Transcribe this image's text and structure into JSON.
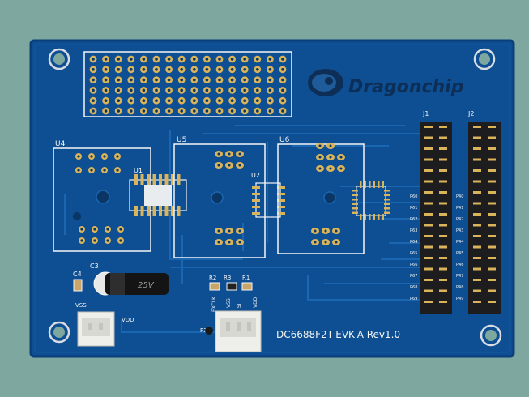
{
  "board": {
    "brand": "Dragonchip",
    "model": "DC6688F2T-EVK-A Rev1.0",
    "colors": {
      "backdrop": "#7ea79f",
      "pcb": "#0e4e92",
      "pcb_edge": "#0a3f7b",
      "trace": "#1b66b0",
      "silkscreen": "#f4f6f6",
      "gold": "#d9b45a",
      "header_black": "#1d1d1f",
      "connector_white": "#eeeeea"
    },
    "designators": {
      "u4": "U4",
      "u1": "U1",
      "u5": "U5",
      "u2": "U2",
      "u6": "U6",
      "j1": "J1",
      "j2": "J2",
      "c3": "C3",
      "c4": "C4",
      "r1": "R1",
      "r2": "R2",
      "r3": "R3",
      "p3": "P3"
    },
    "net_labels": {
      "vss_left": "VSS",
      "vdd_left": "VDD",
      "exclk": "EXCLK",
      "vss_center": "VSS",
      "si": "SI",
      "vdd_center": "VDD"
    },
    "header_labels": {
      "j1": [
        "P60",
        "P61",
        "P62",
        "P63",
        "P64",
        "P65",
        "P66",
        "P67",
        "P68",
        "P69"
      ],
      "j2": [
        "P40",
        "P41",
        "P42",
        "P43",
        "P44",
        "P45",
        "P46",
        "P47",
        "P48",
        "P49"
      ]
    },
    "capacitor_marking": "25V"
  }
}
